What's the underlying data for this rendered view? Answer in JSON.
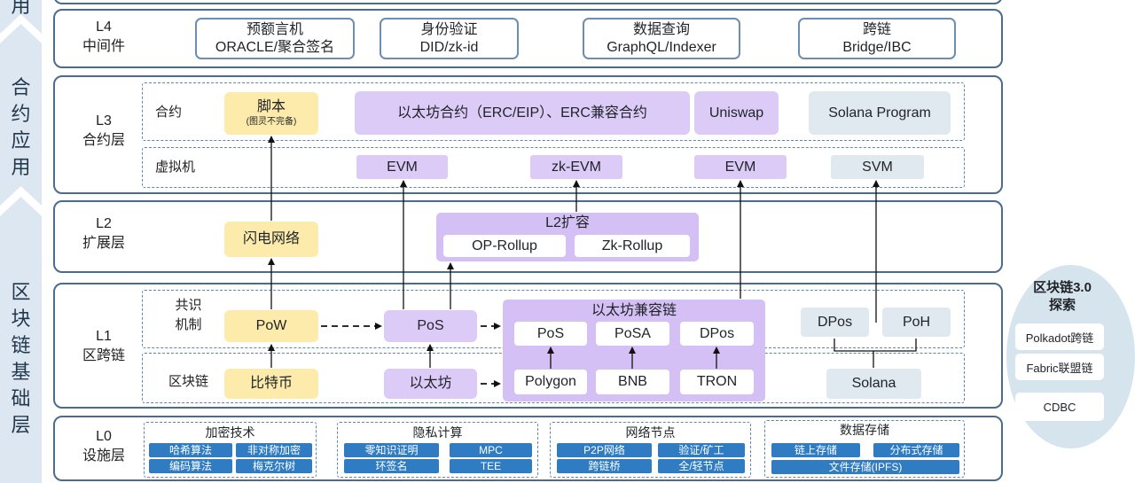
{
  "sidebar": {
    "top_fragment": "用",
    "upper": [
      "合",
      "约",
      "应",
      "用"
    ],
    "lower": [
      "区",
      "块",
      "链",
      "基",
      "础",
      "层"
    ]
  },
  "l4": {
    "code": "L4",
    "name": "中间件",
    "items": [
      {
        "title": "预额言机",
        "subtitle": "ORACLE/聚合签名"
      },
      {
        "title": "身份验证",
        "subtitle": "DID/zk-id"
      },
      {
        "title": "数据查询",
        "subtitle": "GraphQL/Indexer"
      },
      {
        "title": "跨链",
        "subtitle": "Bridge/IBC"
      }
    ]
  },
  "l3": {
    "code": "L3",
    "name": "合约层",
    "contract_label": "合约",
    "script_title": "脚本",
    "script_note": "(图灵不完备)",
    "eth_contract": "以太坊合约（ERC/EIP）、ERC兼容合约",
    "uniswap": "Uniswap",
    "solana_program": "Solana Program",
    "vm_label": "虚拟机",
    "vms": [
      "EVM",
      "zk-EVM",
      "EVM",
      "SVM"
    ]
  },
  "l2": {
    "code": "L2",
    "name": "扩展层",
    "lightning": "闪电网络",
    "scaling_title": "L2扩容",
    "rollups": [
      "OP-Rollup",
      "Zk-Rollup"
    ]
  },
  "l1": {
    "code": "L1",
    "name": "区跨链",
    "consensus_label": [
      "共识",
      "机制"
    ],
    "chain_label": "区块链",
    "pow": "PoW",
    "pos": "PoS",
    "eth_compat_title": "以太坊兼容链",
    "compat_consensus": [
      "PoS",
      "PoSA",
      "DPos"
    ],
    "compat_chains": [
      "Polygon",
      "BNB",
      "TRON"
    ],
    "solana_consensus": [
      "DPos",
      "PoH"
    ],
    "bitcoin": "比特币",
    "ethereum": "以太坊",
    "solana": "Solana"
  },
  "l0": {
    "code": "L0",
    "name": "设施层",
    "groups": [
      {
        "title": "加密技术",
        "chips": [
          "哈希算法",
          "非对称加密",
          "编码算法",
          "梅克尔树"
        ]
      },
      {
        "title": "隐私计算",
        "chips": [
          "零知识证明",
          "MPC",
          "环签名",
          "TEE"
        ]
      },
      {
        "title": "网络节点",
        "chips": [
          "P2P网络",
          "验证/矿工",
          "跨链桥",
          "全/轻节点"
        ]
      },
      {
        "title": "数据存储",
        "chips": [
          "链上存储",
          "分布式存储",
          "文件存储(IPFS)"
        ]
      }
    ]
  },
  "explore": {
    "title": "区块链3.0",
    "subtitle": "探索",
    "items": [
      "Polkadot跨链",
      "Fabric联盟链",
      "CDBC"
    ]
  },
  "colors": {
    "border": "#4b6b8f",
    "dash": "#5e86b0",
    "yellow": "#fcebab",
    "purple": "#dccbf7",
    "purple-container": "#d4c0f4",
    "light-blue": "#dfe9ef",
    "chip": "#2f7cc2",
    "strip": "#dce7f2",
    "ellipse": "#d6e4ee"
  }
}
